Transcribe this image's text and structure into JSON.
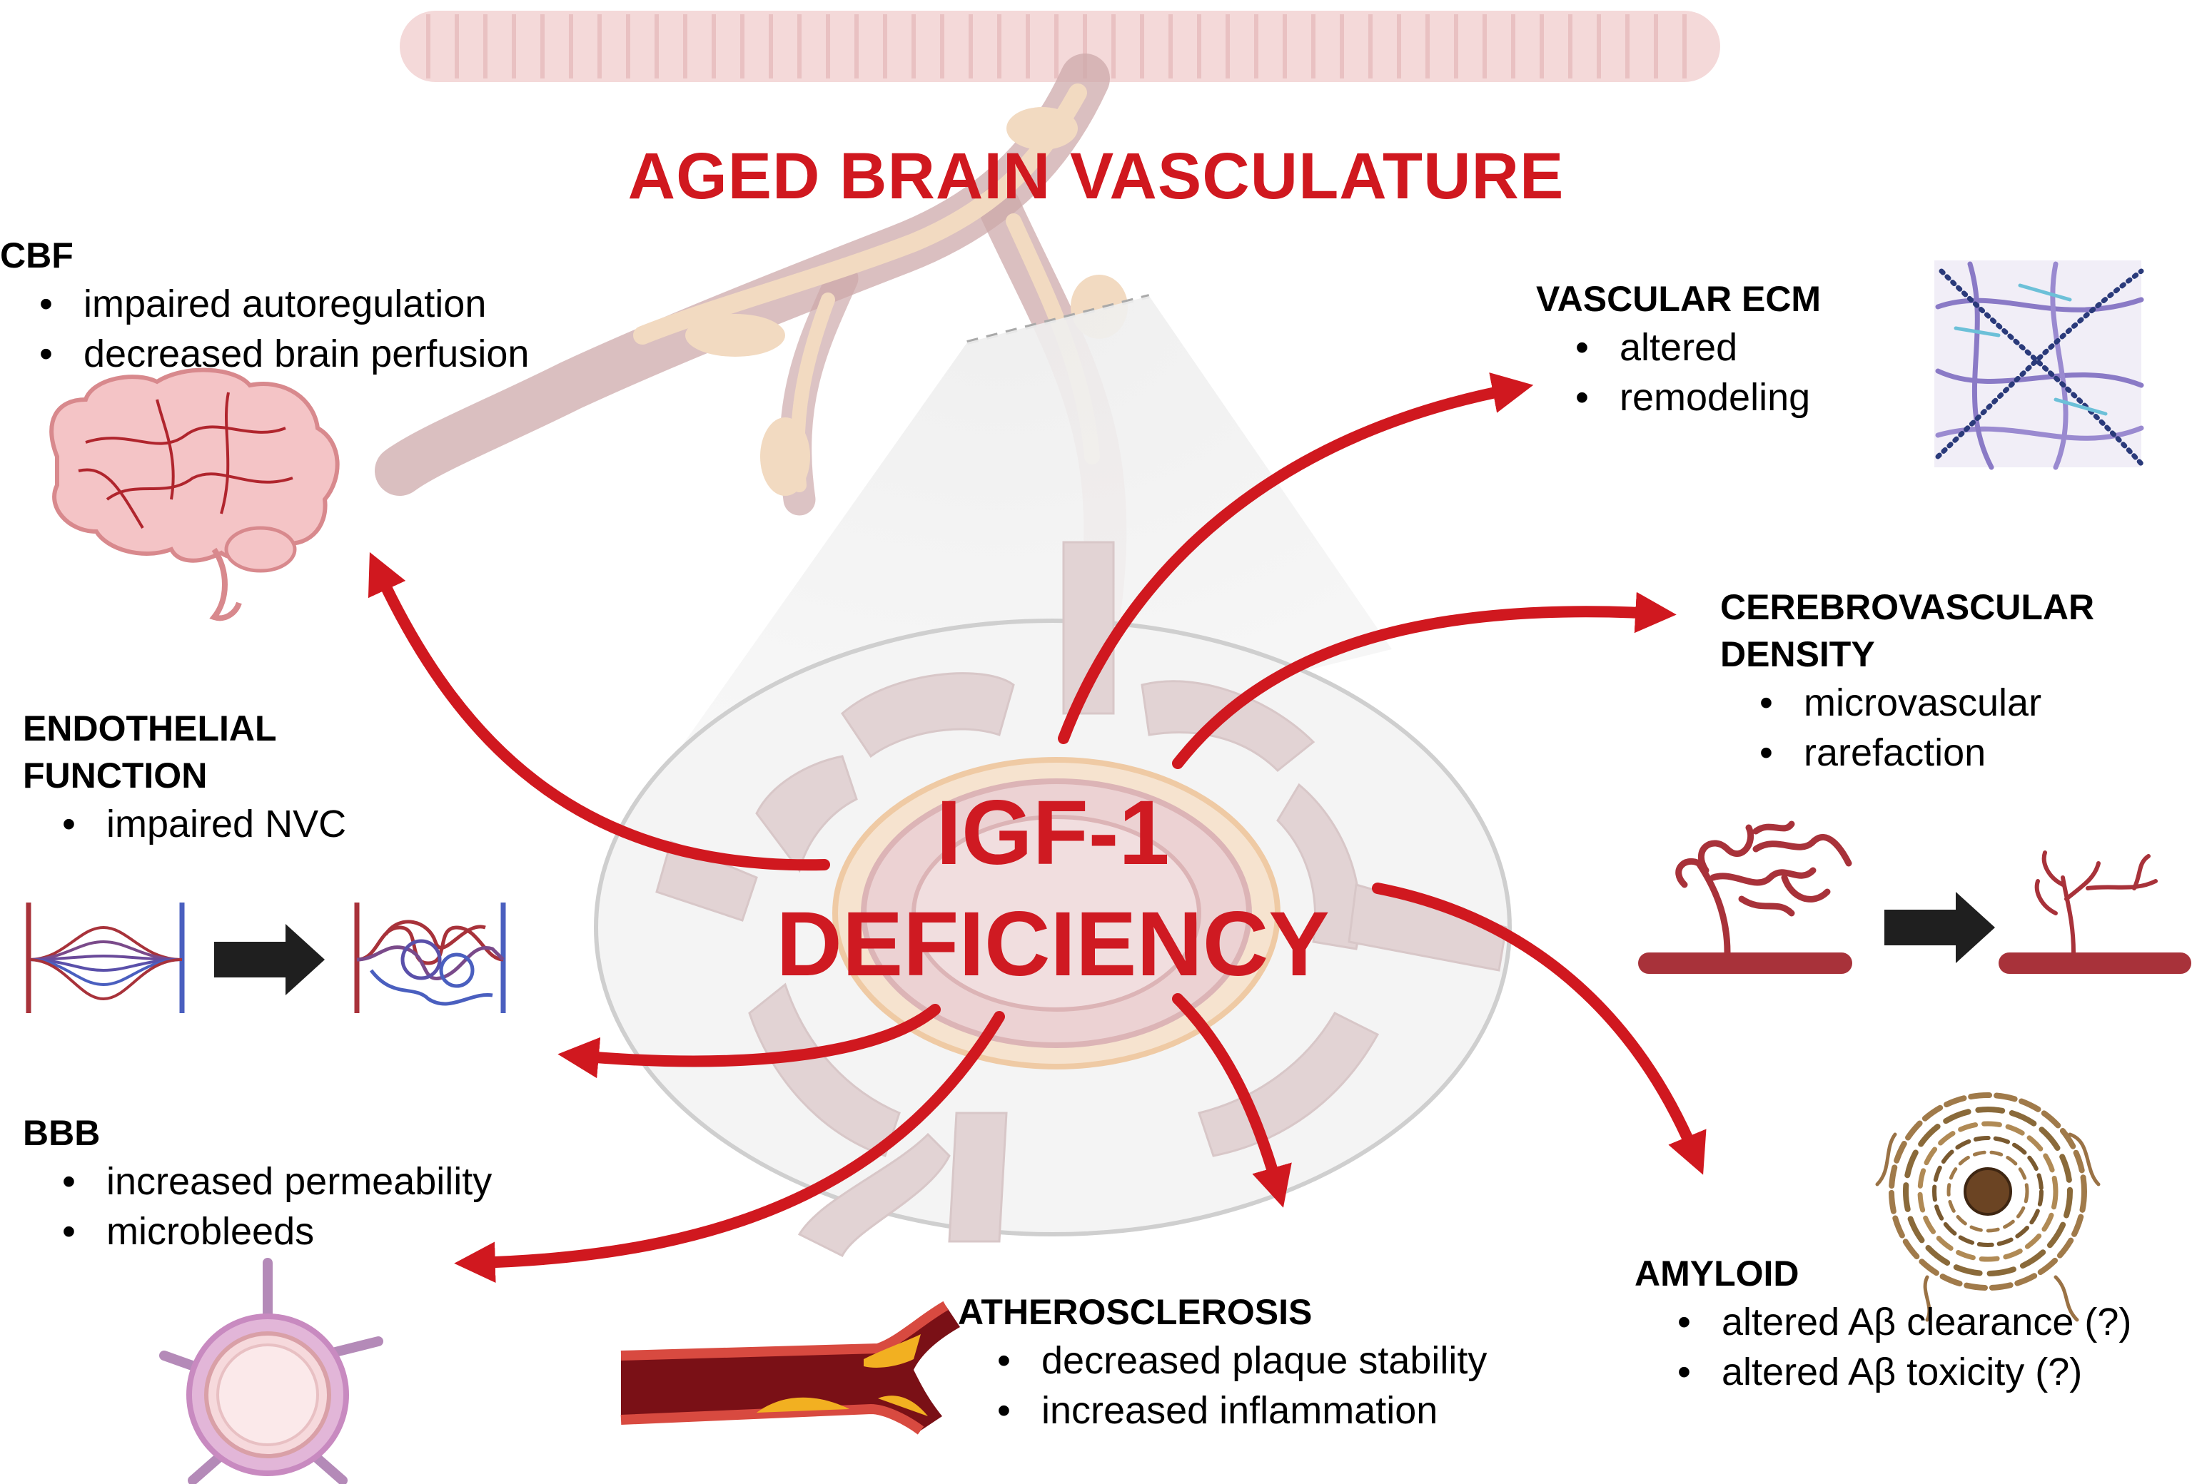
{
  "title": "AGED BRAIN VASCULATURE",
  "center": {
    "line1": "IGF-1",
    "line2": "DEFICIENCY"
  },
  "panels": {
    "cbf": {
      "heading": "CBF",
      "items": [
        "impaired autoregulation",
        "decreased brain perfusion"
      ]
    },
    "endothelial": {
      "heading_line1": "ENDOTHELIAL",
      "heading_line2": "FUNCTION",
      "items": [
        "impaired NVC"
      ]
    },
    "bbb": {
      "heading": "BBB",
      "items": [
        "increased permeability",
        "microbleeds"
      ]
    },
    "atherosclerosis": {
      "heading": "ATHEROSCLEROSIS",
      "items": [
        "decreased plaque stability",
        "increased inflammation"
      ]
    },
    "amyloid": {
      "heading": "AMYLOID",
      "items": [
        "altered Aβ clearance (?)",
        "altered Aβ toxicity (?)"
      ]
    },
    "vascular_ecm": {
      "heading": "VASCULAR ECM",
      "items": [
        "altered",
        "remodeling"
      ]
    },
    "cerebrovascular": {
      "heading_line1": "CEREBROVASCULAR",
      "heading_line2": "DENSITY",
      "items": [
        "microvascular",
        "rarefaction"
      ]
    }
  },
  "colors": {
    "accent": "#d0181f",
    "artery": "#a8323a",
    "vein": "#4a5fbf",
    "faded_vessel": "#c9a9a9",
    "transition_arrow": "#222222"
  },
  "icons": [
    "brain-icon",
    "capillary-bed-icon",
    "bbb-cross-section-icon",
    "plaque-artery-icon",
    "amyloid-plaque-icon",
    "ecm-fibers-icon",
    "microvessel-icon"
  ]
}
